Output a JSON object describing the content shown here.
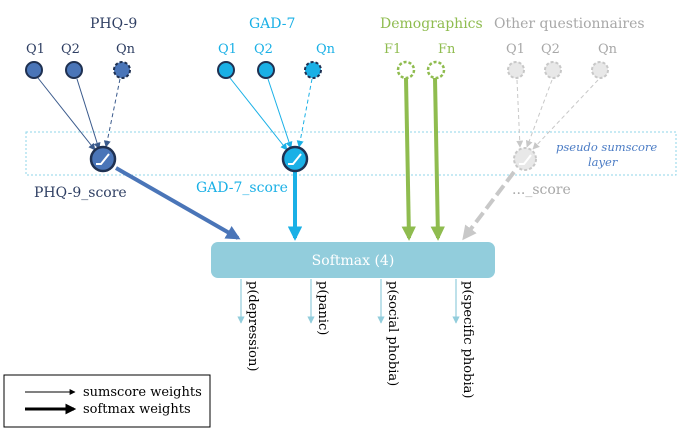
{
  "groups": {
    "phq": {
      "title": "PHQ-9",
      "nodes": [
        "Q1",
        "Q2",
        "Qn"
      ],
      "score_label": "PHQ-9_score",
      "color": "#3a5a8c",
      "text_color": "#2f3f63"
    },
    "gad": {
      "title": "GAD-7",
      "nodes": [
        "Q1",
        "Q2",
        "Qn"
      ],
      "score_label": "GAD-7_score",
      "color": "#1ab0e6",
      "text_color": "#1ab0e6"
    },
    "demo": {
      "title": "Demographics",
      "nodes": [
        "F1",
        "Fn"
      ],
      "color": "#8fbc4f",
      "text_color": "#8fbc4f"
    },
    "other": {
      "title": "Other questionnaires",
      "nodes": [
        "Q1",
        "Q2",
        "Qn"
      ],
      "score_label": "..._score",
      "color": "#c8c8c8",
      "text_color": "#a8a8a8"
    }
  },
  "pseudo_layer_label": [
    "pseudo sumscore",
    "layer"
  ],
  "softmax": {
    "label": "Softmax (4)",
    "color": "#92cddc"
  },
  "outputs": [
    "p(depression)",
    "p(panic)",
    "p(social phobia)",
    "p(specific phobia)"
  ],
  "legend": {
    "sumscore": "sumscore weights",
    "softmax": "softmax weights"
  }
}
